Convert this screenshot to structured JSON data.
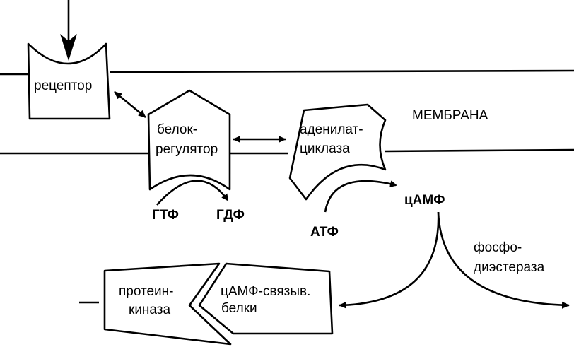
{
  "labels": {
    "receptor": "рецептор",
    "regulator_1": "белок-",
    "regulator_2": "регулятор",
    "adenylate_1": "аденилат-",
    "adenylate_2": "циклаза",
    "membrane": "МЕМБРАНА",
    "gtp": "ГТФ",
    "gdp": "ГДФ",
    "atp": "АТФ",
    "camp": "цАМФ",
    "pde_1": "фосфо-",
    "pde_2": "диэстераза",
    "kinase_1": "протеин-",
    "kinase_2": "киназа",
    "binding_1": "цАМФ-связыв.",
    "binding_2": "белки"
  }
}
